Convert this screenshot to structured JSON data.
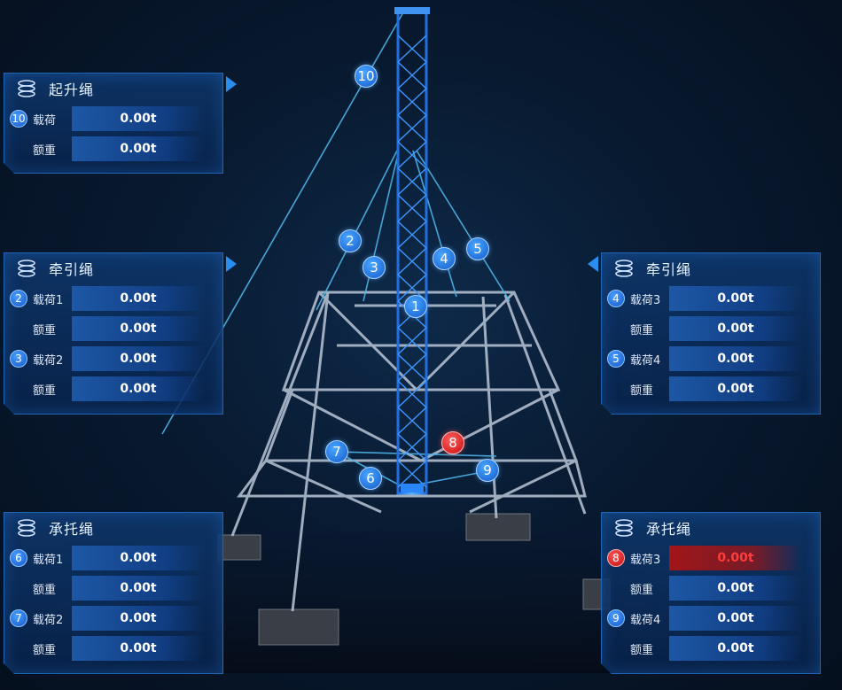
{
  "colors": {
    "accent": "#1f66b8",
    "alarm": "#ff3b3b",
    "badge": "#1456c8"
  },
  "markers": [
    {
      "id": "m10",
      "num": "10",
      "alarm": false
    },
    {
      "id": "m2",
      "num": "2",
      "alarm": false
    },
    {
      "id": "m3",
      "num": "3",
      "alarm": false
    },
    {
      "id": "m4",
      "num": "4",
      "alarm": false
    },
    {
      "id": "m5",
      "num": "5",
      "alarm": false
    },
    {
      "id": "m1",
      "num": "1",
      "alarm": false
    },
    {
      "id": "m8",
      "num": "8",
      "alarm": true
    },
    {
      "id": "m7",
      "num": "7",
      "alarm": false
    },
    {
      "id": "m6",
      "num": "6",
      "alarm": false
    },
    {
      "id": "m9",
      "num": "9",
      "alarm": false
    }
  ],
  "panels": {
    "hoist": {
      "title": "起升绳",
      "icon": "rope-coil-icon",
      "rows": [
        {
          "badge": "10",
          "label": "载荷",
          "value": "0.00t"
        },
        {
          "badge": "",
          "label": "额重",
          "value": "0.00t"
        }
      ]
    },
    "traction_left": {
      "title": "牵引绳",
      "icon": "rope-coil-icon",
      "rows": [
        {
          "badge": "2",
          "label": "载荷1",
          "value": "0.00t"
        },
        {
          "badge": "",
          "label": "额重",
          "value": "0.00t"
        },
        {
          "badge": "3",
          "label": "载荷2",
          "value": "0.00t"
        },
        {
          "badge": "",
          "label": "额重",
          "value": "0.00t"
        }
      ]
    },
    "traction_right": {
      "title": "牵引绳",
      "icon": "rope-coil-icon",
      "rows": [
        {
          "badge": "4",
          "label": "载荷3",
          "value": "0.00t"
        },
        {
          "badge": "",
          "label": "额重",
          "value": "0.00t"
        },
        {
          "badge": "5",
          "label": "载荷4",
          "value": "0.00t"
        },
        {
          "badge": "",
          "label": "额重",
          "value": "0.00t"
        }
      ]
    },
    "support_left": {
      "title": "承托绳",
      "icon": "rope-coil-icon",
      "rows": [
        {
          "badge": "6",
          "label": "载荷1",
          "value": "0.00t"
        },
        {
          "badge": "",
          "label": "额重",
          "value": "0.00t"
        },
        {
          "badge": "7",
          "label": "载荷2",
          "value": "0.00t"
        },
        {
          "badge": "",
          "label": "额重",
          "value": "0.00t"
        }
      ]
    },
    "support_right": {
      "title": "承托绳",
      "icon": "rope-coil-icon",
      "rows": [
        {
          "badge": "8",
          "label": "载荷3",
          "value": "0.00t",
          "alarm": true
        },
        {
          "badge": "",
          "label": "额重",
          "value": "0.00t"
        },
        {
          "badge": "9",
          "label": "载荷4",
          "value": "0.00t"
        },
        {
          "badge": "",
          "label": "额重",
          "value": "0.00t"
        }
      ]
    }
  }
}
